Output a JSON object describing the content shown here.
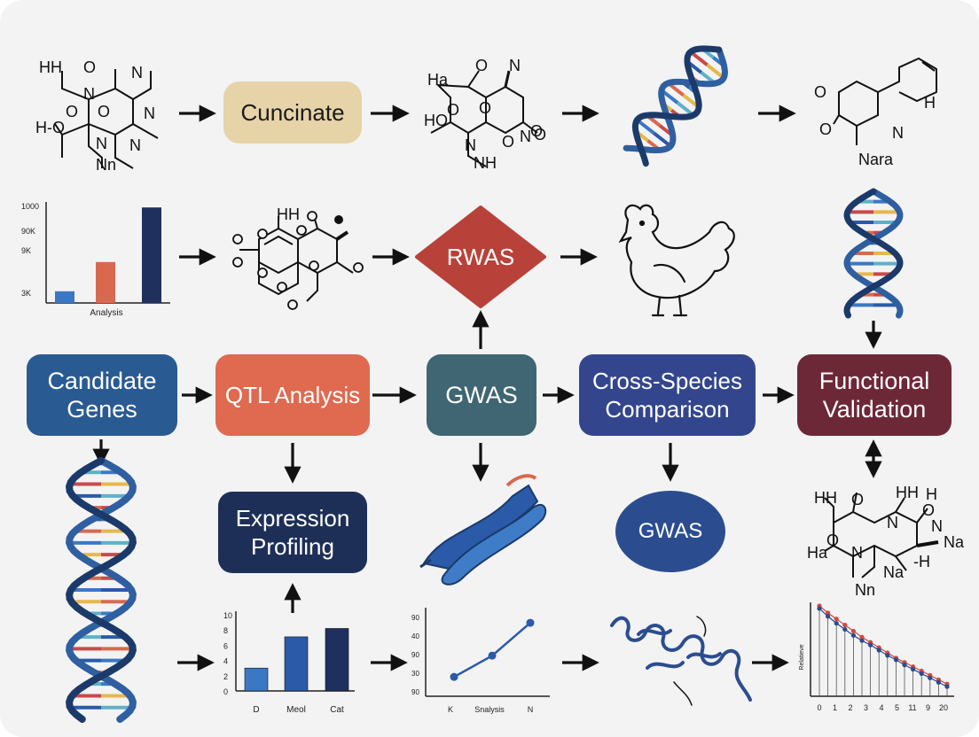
{
  "colors": {
    "candidate": "#2a5a92",
    "qtl": "#df6a50",
    "gwas": "#3f6672",
    "cross": "#33468d",
    "functional": "#6d2838",
    "expression": "#1e2f57",
    "gwas_oval": "#2b4d90",
    "rwas": "#b8423a",
    "cuncinate": "#e6d3a8",
    "arrow": "#111111",
    "dna_blue": "#2f5fa0",
    "dna_dark": "#1b3a6a"
  },
  "nodes": {
    "cuncinate": "Cuncinate",
    "rwas": "RWAS",
    "candidate_l1": "Candidate",
    "candidate_l2": "Genes",
    "qtl": "QTL Analysis",
    "gwas": "GWAS",
    "cross_l1": "Cross-Species",
    "cross_l2": "Comparison",
    "functional_l1": "Functional",
    "functional_l2": "Validation",
    "expression_l1": "Expression",
    "expression_l2": "Profiling",
    "gwas2": "GWAS"
  },
  "molecules": {
    "m1": [
      "HH",
      "O",
      "N",
      "N",
      "H-O",
      "O",
      "O",
      "N",
      "N",
      "N",
      "Nn"
    ],
    "m2": [
      "Ha",
      "O",
      "N",
      "HO",
      "O",
      "O",
      "N",
      "O",
      "N",
      "O",
      "O",
      "NH"
    ],
    "m3": [
      "O",
      "H",
      "O",
      "N",
      "Nara"
    ],
    "m4": [
      "HH"
    ],
    "m5": [
      "HH",
      "HH",
      "O",
      "N",
      "O",
      "H",
      "N",
      "Na",
      "Ha",
      "O",
      "N",
      "Na",
      "-H",
      "Nn"
    ]
  },
  "chart_data": [
    {
      "type": "bar",
      "title": "",
      "xlabel": "Analysis",
      "ylabel": "",
      "y_ticks": [
        "1000",
        "90K",
        "9K",
        "3K"
      ],
      "categories": [
        "",
        "",
        ""
      ],
      "values": [
        12,
        42,
        98
      ],
      "colors": [
        "#3a78c4",
        "#d9694e",
        "#1f2f5e"
      ],
      "ylim": [
        0,
        100
      ]
    },
    {
      "type": "bar",
      "title": "",
      "xlabel": "",
      "ylabel": "",
      "y_ticks": [
        "10",
        "8",
        "6",
        "4",
        "2",
        "0"
      ],
      "categories": [
        "D",
        "Meol",
        "Cat"
      ],
      "values": [
        3.0,
        7.1,
        8.2
      ],
      "colors": [
        "#3a78c4",
        "#2a5aa8",
        "#1f2f5e"
      ],
      "ylim": [
        0,
        10
      ]
    },
    {
      "type": "line",
      "title": "",
      "xlabel": "Snalysis",
      "ylabel": "",
      "y_ticks": [
        "90",
        "40",
        "90",
        "30",
        "90"
      ],
      "x_ticks": [
        "K",
        "Snalysis",
        "N"
      ],
      "series": [
        {
          "x": [
            0,
            1,
            2
          ],
          "values": [
            30,
            41,
            58
          ]
        }
      ],
      "color": "#2a5aa8"
    },
    {
      "type": "scatter",
      "title": "",
      "xlabel": "",
      "ylabel": "Relatieve",
      "x_ticks": [
        "0",
        "1",
        "2",
        "3",
        "4",
        "5",
        "11",
        "9",
        "20"
      ],
      "series": [
        {
          "values": [
            100,
            92,
            85,
            78,
            71,
            64,
            58,
            52,
            46,
            40,
            35,
            30,
            25,
            20,
            15,
            10
          ],
          "color": "#d04a3e"
        },
        {
          "values": [
            97,
            88,
            80,
            73,
            66,
            60,
            55,
            49,
            43,
            38,
            32,
            27,
            22,
            17,
            12,
            7
          ],
          "color": "#2a4d90"
        }
      ]
    }
  ]
}
